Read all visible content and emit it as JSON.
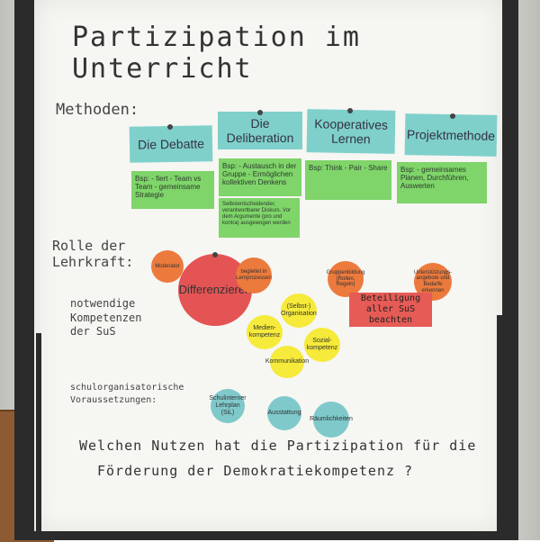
{
  "title": "Partizipation im Unterricht",
  "sections": {
    "methoden": "Methoden:",
    "rolle": "Rolle der Lehrkraft:",
    "kompetenzen": "notwendige Kompetenzen der SuS",
    "voraussetzungen": "schulorganisatorische Voraussetzungen:"
  },
  "methods": [
    {
      "label": "Die Debatte",
      "example": "Bsp: - fiert - Team vs Team - gemeinsame Strategie"
    },
    {
      "label": "Die Deliberation",
      "example": "Bsp: - Austausch in der Gruppe - Ermöglichen kollektiven Denkens"
    },
    {
      "label": "Kooperatives Lernen",
      "example": "Bsp: Think - Pair - Share"
    },
    {
      "label": "Projektmethode",
      "example": "Bsp: - gemeinsames Planen, Durchführen, Auswerten"
    }
  ],
  "extra_note": "Selbstentscheidender, verantwortbarer Diskurs. Vor dem Argumente (pro und kontra) ausgewogen werden",
  "teacher_role": {
    "center": "Differenzieren",
    "notes": [
      "Moderator",
      "begleitet in Lernprozessen",
      "Gruppenbildung (Rollen, Regeln)",
      "Unterstützungs-angebote und Bedarfe erkennen"
    ],
    "highlight": "Beteiligung aller SuS beachten"
  },
  "competencies": [
    "(Selbst-) Organisation",
    "Medien-kompetenz",
    "Sozial-kompetenz",
    "Kommunikation"
  ],
  "prerequisites": [
    "Schulinterner Lehrplan (SiL)",
    "Ausstattung",
    "Räumlichkeiten"
  ],
  "question": "Welchen Nutzen hat die Partizipation für die Förderung der Demokratiekompetenz?",
  "question_line1": "Welchen Nutzen hat die Partizipation für die",
  "question_line2": "Förderung der Demokratiekompetenz ?"
}
